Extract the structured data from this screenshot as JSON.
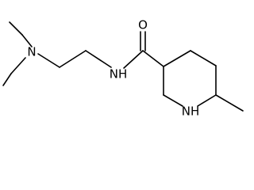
{
  "molecule": {
    "atoms": {
      "amine_nitrogen": "N",
      "amide_nitrogen": "NH",
      "carbonyl_oxygen": "O",
      "ring_nitrogen": "NH"
    },
    "colors": {
      "bond": "#000000",
      "label": "#000000",
      "background": "#ffffff"
    }
  }
}
